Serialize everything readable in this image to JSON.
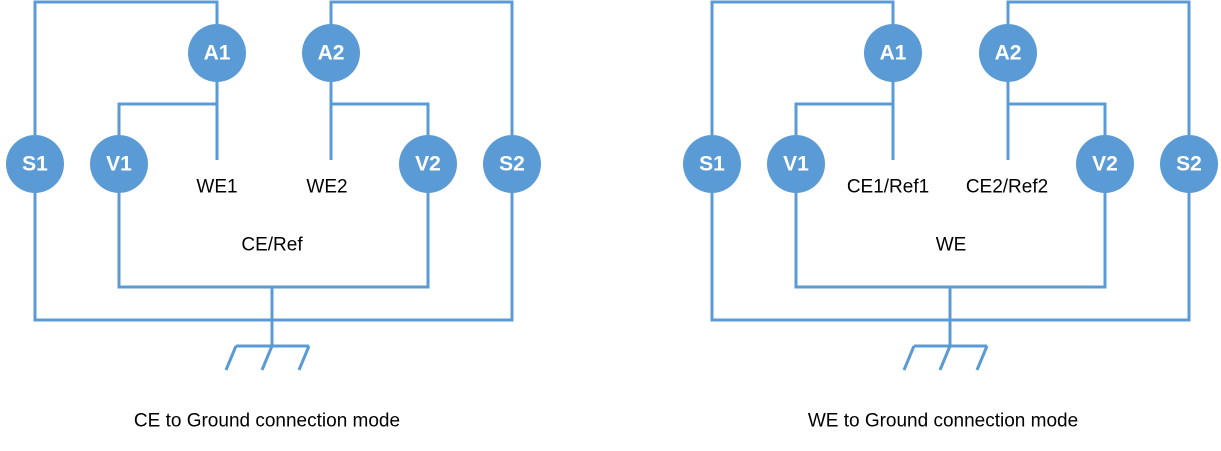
{
  "colors": {
    "wire": "#5b9bd5",
    "meter": "#5b9bd5",
    "meter_text": "#ffffff",
    "text": "#000000"
  },
  "left_diagram": {
    "meters": {
      "a1": "A1",
      "a2": "A2",
      "s1": "S1",
      "v1": "V1",
      "v2": "V2",
      "s2": "S2"
    },
    "labels": {
      "we1": "WE1",
      "we2": "WE2",
      "common": "CE/Ref"
    },
    "caption": "CE to Ground connection mode"
  },
  "right_diagram": {
    "meters": {
      "a1": "A1",
      "a2": "A2",
      "s1": "S1",
      "v1": "V1",
      "v2": "V2",
      "s2": "S2"
    },
    "labels": {
      "ce1": "CE1/Ref1",
      "ce2": "CE2/Ref2",
      "common": "WE"
    },
    "caption": "WE to Ground connection mode"
  }
}
